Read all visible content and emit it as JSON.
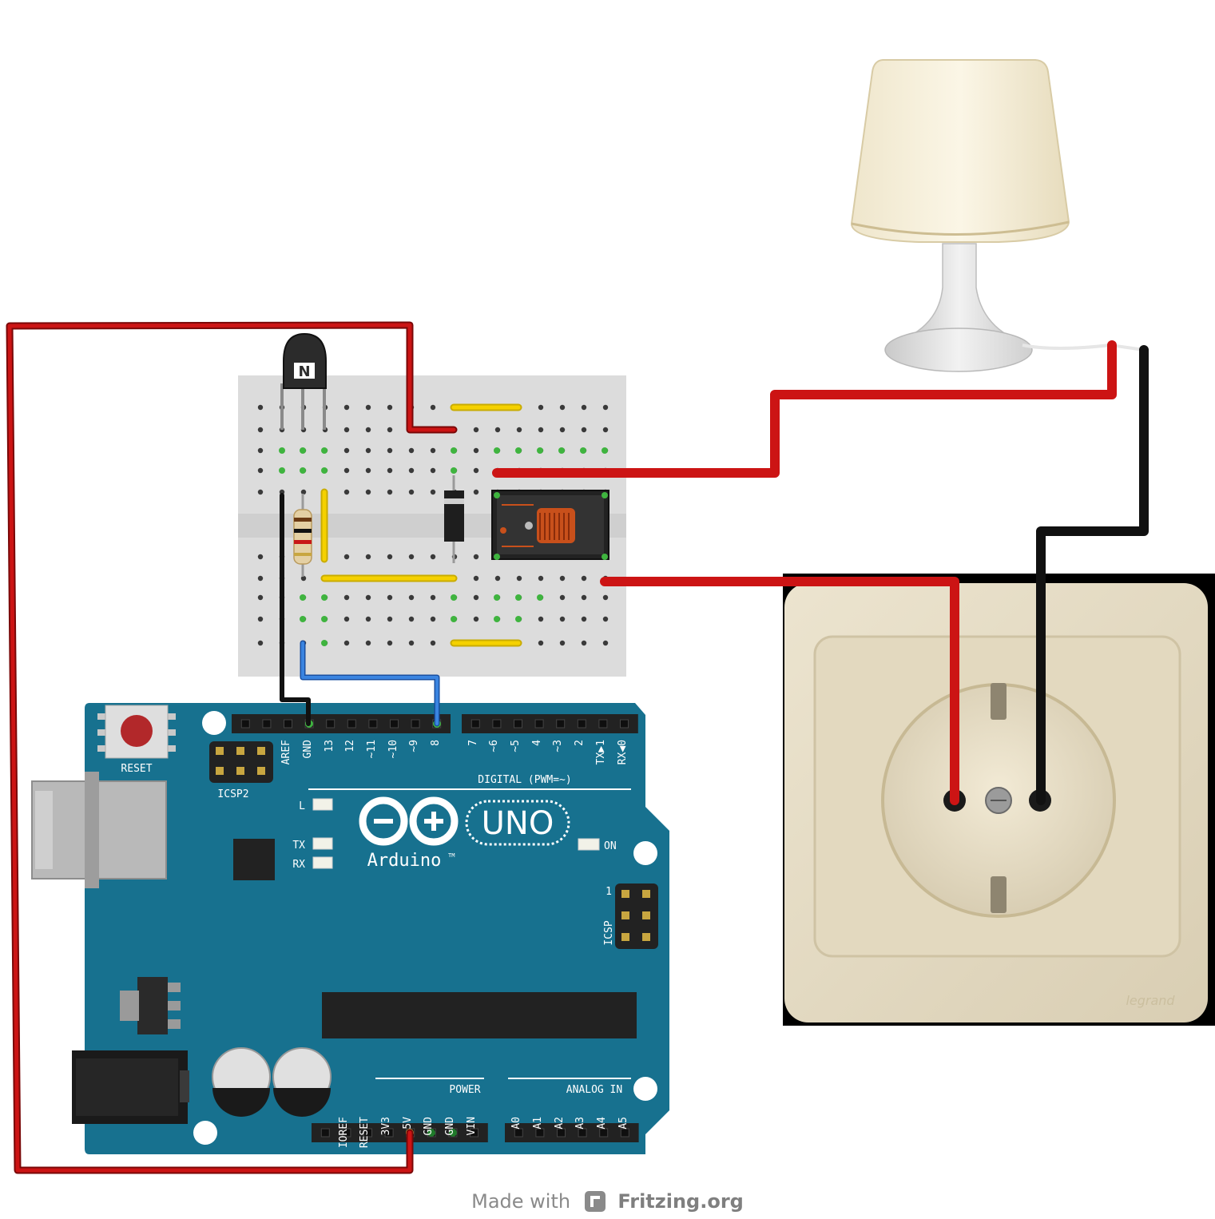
{
  "arduino": {
    "reset_label": "RESET",
    "icsp2_label": "ICSP2",
    "icsp_label": "ICSP",
    "icsp_pin1": "1",
    "digital_label": "DIGITAL (PWM=~)",
    "digital_pins": [
      "AREF",
      "GND",
      "13",
      "12",
      "~11",
      "~10",
      "~9",
      "8",
      "7",
      "~6",
      "~5",
      "4",
      "~3",
      "2",
      "TX▶1",
      "RX◀0"
    ],
    "led_l": "L",
    "led_tx": "TX",
    "led_rx": "RX",
    "led_on": "ON",
    "brand_uno": "UNO",
    "brand_arduino": "Arduino",
    "brand_tm": "TM",
    "power_label": "POWER",
    "power_pins": [
      "IOREF",
      "RESET",
      "3V3",
      "5V",
      "GND",
      "GND",
      "VIN"
    ],
    "analog_label": "ANALOG IN",
    "analog_pins": [
      "A0",
      "A1",
      "A2",
      "A3",
      "A4",
      "A5"
    ]
  },
  "socket": {
    "brand": "legrand"
  },
  "footer": {
    "prefix": "Made with",
    "brand": "Fritzing.org"
  },
  "colors": {
    "board_blue": "#17718f",
    "wire_red": "#cc1414",
    "wire_black": "#111111",
    "wire_blue": "#2f73d6",
    "jumper_yellow": "#f5d100",
    "breadboard": "#dcdcdc"
  }
}
